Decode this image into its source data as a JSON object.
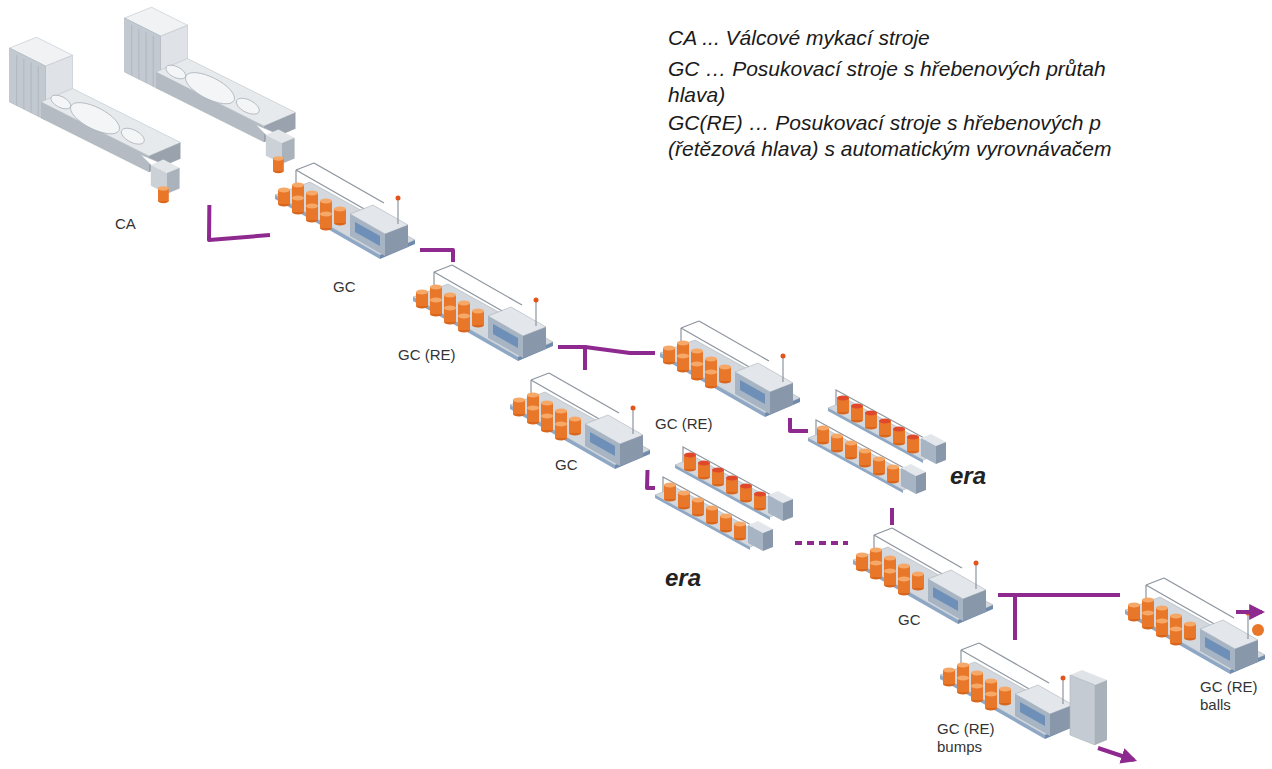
{
  "diagram": {
    "nodes": [
      {
        "text": [
          "CA"
        ]
      },
      {
        "text": [
          "GC"
        ]
      },
      {
        "text": [
          "GC (RE)"
        ]
      },
      {
        "text": [
          "GC (RE)"
        ]
      },
      {
        "text": [
          "GC"
        ]
      },
      {
        "text": [
          "era"
        ]
      },
      {
        "text": [
          "era"
        ]
      },
      {
        "text": [
          "GC"
        ]
      },
      {
        "text": [
          "GC (RE)",
          "bumps"
        ]
      },
      {
        "text": [
          "GC (RE)",
          "balls"
        ]
      }
    ],
    "edges": [
      {
        "from": 0,
        "to": 1,
        "arrow": "none"
      },
      {
        "from": 1,
        "to": 2,
        "arrow": "none"
      },
      {
        "from": 2,
        "to": 3,
        "arrow": "none"
      },
      {
        "from": 2,
        "to": 4,
        "arrow": "none"
      },
      {
        "from": 3,
        "to": 5,
        "arrow": "none"
      },
      {
        "from": 4,
        "to": 6,
        "arrow": "none"
      },
      {
        "from": 5,
        "to": 7,
        "arrow": "none"
      },
      {
        "from": 6,
        "to": 7,
        "arrow": "none"
      },
      {
        "from": 7,
        "to": 8,
        "arrow": "none"
      },
      {
        "from": 7,
        "to": 9,
        "arrow": "none"
      }
    ],
    "labels": [
      "CA ... Válcové mykací stroje",
      "GC … Posukovací stroje s hřebenových průtah",
      "hlava)",
      "GC(RE) … Posukovací stroje s hřebenových p",
      "(řetězová hlava) s automatickým vyrovnávačem"
    ]
  }
}
